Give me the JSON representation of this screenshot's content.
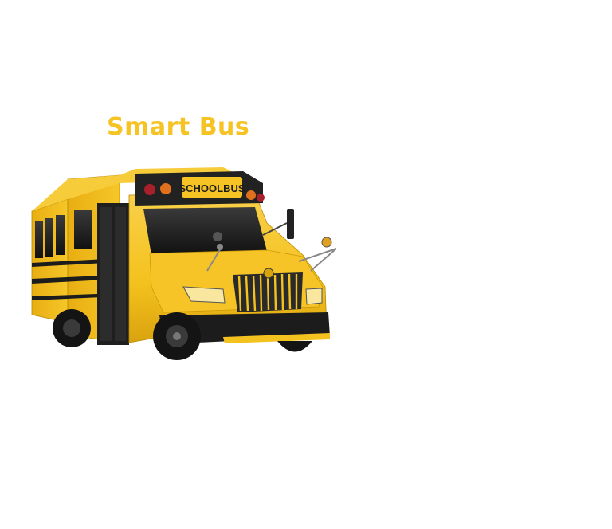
{
  "title": "Smart Bus",
  "bus_sign": "SCHOOLBUS",
  "colors": {
    "accent": "#F6C325",
    "bus_body": "#F4C21E",
    "bus_dark": "#1C1C1C",
    "background": "#FFFFFF"
  },
  "image": {
    "subject": "school-bus-illustration"
  }
}
